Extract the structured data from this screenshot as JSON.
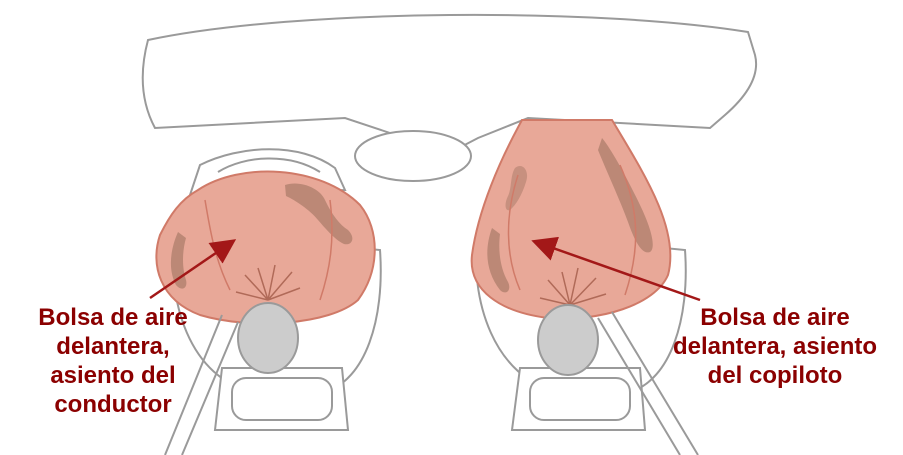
{
  "colors": {
    "airbag_fill": "#e8a898",
    "airbag_stroke": "#d07a68",
    "airbag_shadow": "#b0806e",
    "label_color": "#8b0000",
    "arrow_color": "#a31818",
    "outline": "#9a9a9a",
    "head": "#cccccc"
  },
  "labels": {
    "driver": {
      "lines": [
        "Bolsa de aire",
        "delantera,",
        "asiento del",
        "conductor"
      ]
    },
    "passenger": {
      "lines": [
        "Bolsa de aire",
        "delantera, asiento",
        "del copiloto"
      ]
    }
  }
}
